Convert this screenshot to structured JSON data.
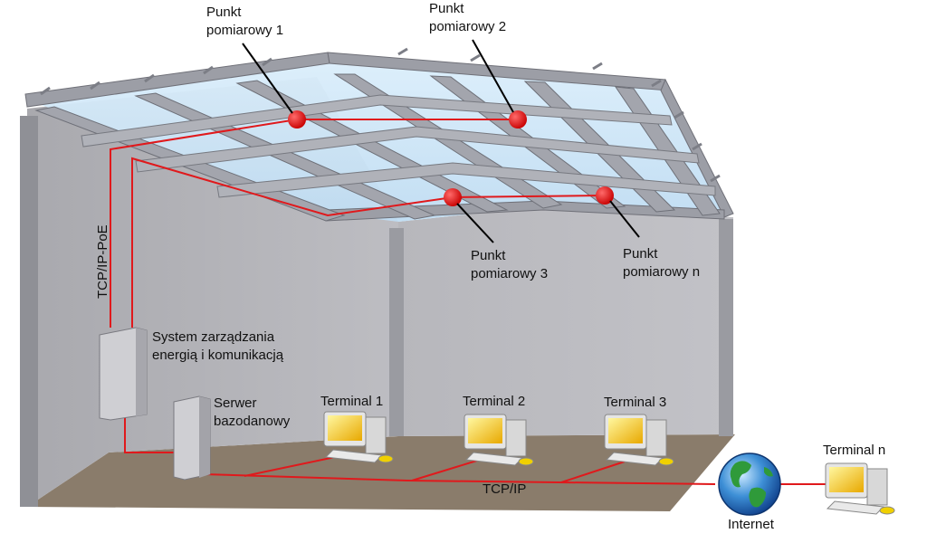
{
  "labels": {
    "punkt1": [
      "Punkt",
      "pomiarowy 1"
    ],
    "punkt2": [
      "Punkt",
      "pomiarowy 2"
    ],
    "punkt3": [
      "Punkt",
      "pomiarowy 3"
    ],
    "punktn": [
      "Punkt",
      "pomiarowy n"
    ],
    "system": [
      "System zarządzania",
      "energią i komunikacją"
    ],
    "serwer": [
      "Serwer",
      "bazodanowy"
    ],
    "terminal1": "Terminal 1",
    "terminal2": "Terminal 2",
    "terminal3": "Terminal 3",
    "terminaln": "Terminal n",
    "tcpip_poe": "TCP/IP-PoE",
    "tcpip": "TCP/IP",
    "internet": "Internet"
  },
  "colors": {
    "cable": "#e0191c",
    "sensor": "#e8141b",
    "wall": "#b3b3b8",
    "floor": "#8c7e6e",
    "steel": "#9ea0a8",
    "glass": "#cfe6f7"
  }
}
